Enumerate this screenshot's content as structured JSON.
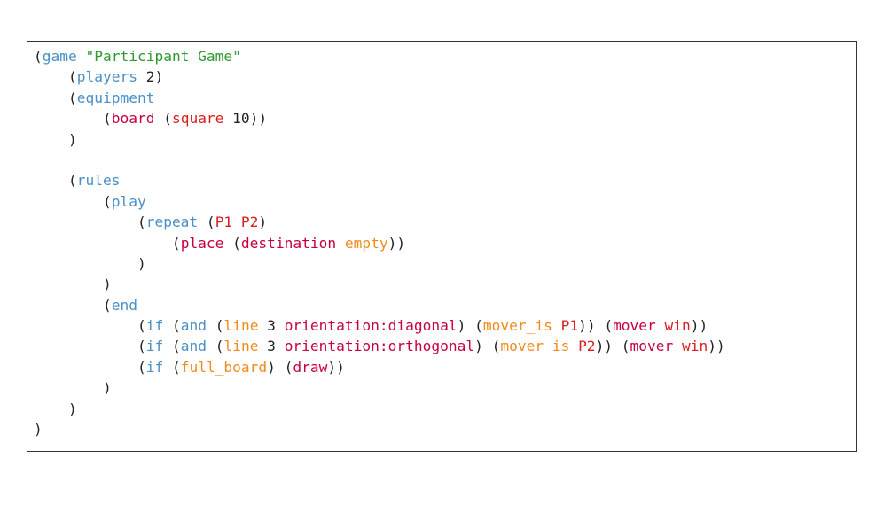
{
  "colors": {
    "plain": "#222222",
    "keyword": "#4a90c8",
    "string": "#2f9a2f",
    "function": "#c8003c",
    "predicate": "#f08c1e",
    "constant": "#d81e1e",
    "border": "#333333"
  },
  "code_lines": [
    [
      [
        "plain",
        "("
      ],
      [
        "kw",
        "game"
      ],
      [
        "plain",
        " "
      ],
      [
        "str",
        "\"Participant Game\""
      ]
    ],
    [
      [
        "plain",
        "    ("
      ],
      [
        "kw",
        "players"
      ],
      [
        "plain",
        " 2)"
      ]
    ],
    [
      [
        "plain",
        "    ("
      ],
      [
        "kw",
        "equipment"
      ]
    ],
    [
      [
        "plain",
        "        ("
      ],
      [
        "fn",
        "board"
      ],
      [
        "plain",
        " ("
      ],
      [
        "const",
        "square"
      ],
      [
        "plain",
        " 10))"
      ]
    ],
    [
      [
        "plain",
        "    )"
      ]
    ],
    [],
    [
      [
        "plain",
        "    ("
      ],
      [
        "kw",
        "rules"
      ]
    ],
    [
      [
        "plain",
        "        ("
      ],
      [
        "kw",
        "play"
      ]
    ],
    [
      [
        "plain",
        "            ("
      ],
      [
        "kw",
        "repeat"
      ],
      [
        "plain",
        " ("
      ],
      [
        "const",
        "P1 P2"
      ],
      [
        "plain",
        ")"
      ]
    ],
    [
      [
        "plain",
        "                ("
      ],
      [
        "fn",
        "place"
      ],
      [
        "plain",
        " ("
      ],
      [
        "fn",
        "destination"
      ],
      [
        "plain",
        " "
      ],
      [
        "pred",
        "empty"
      ],
      [
        "plain",
        "))"
      ]
    ],
    [
      [
        "plain",
        "            )"
      ]
    ],
    [
      [
        "plain",
        "        )"
      ]
    ],
    [
      [
        "plain",
        "        ("
      ],
      [
        "kw",
        "end"
      ]
    ],
    [
      [
        "plain",
        "            ("
      ],
      [
        "kw",
        "if"
      ],
      [
        "plain",
        " ("
      ],
      [
        "kw",
        "and"
      ],
      [
        "plain",
        " ("
      ],
      [
        "pred",
        "line"
      ],
      [
        "plain",
        " 3 "
      ],
      [
        "fn",
        "orientation:diagonal"
      ],
      [
        "plain",
        ") ("
      ],
      [
        "pred",
        "mover_is"
      ],
      [
        "plain",
        " "
      ],
      [
        "const",
        "P1"
      ],
      [
        "plain",
        ")) ("
      ],
      [
        "fn",
        "mover"
      ],
      [
        "plain",
        " "
      ],
      [
        "const",
        "win"
      ],
      [
        "plain",
        "))"
      ]
    ],
    [
      [
        "plain",
        "            ("
      ],
      [
        "kw",
        "if"
      ],
      [
        "plain",
        " ("
      ],
      [
        "kw",
        "and"
      ],
      [
        "plain",
        " ("
      ],
      [
        "pred",
        "line"
      ],
      [
        "plain",
        " 3 "
      ],
      [
        "fn",
        "orientation:orthogonal"
      ],
      [
        "plain",
        ") ("
      ],
      [
        "pred",
        "mover_is"
      ],
      [
        "plain",
        " "
      ],
      [
        "const",
        "P2"
      ],
      [
        "plain",
        ")) ("
      ],
      [
        "fn",
        "mover"
      ],
      [
        "plain",
        " "
      ],
      [
        "const",
        "win"
      ],
      [
        "plain",
        "))"
      ]
    ],
    [
      [
        "plain",
        "            ("
      ],
      [
        "kw",
        "if"
      ],
      [
        "plain",
        " ("
      ],
      [
        "pred",
        "full_board"
      ],
      [
        "plain",
        ") ("
      ],
      [
        "fn",
        "draw"
      ],
      [
        "plain",
        "))"
      ]
    ],
    [
      [
        "plain",
        "        )"
      ]
    ],
    [
      [
        "plain",
        "    )"
      ]
    ],
    [
      [
        "plain",
        ")"
      ]
    ]
  ]
}
